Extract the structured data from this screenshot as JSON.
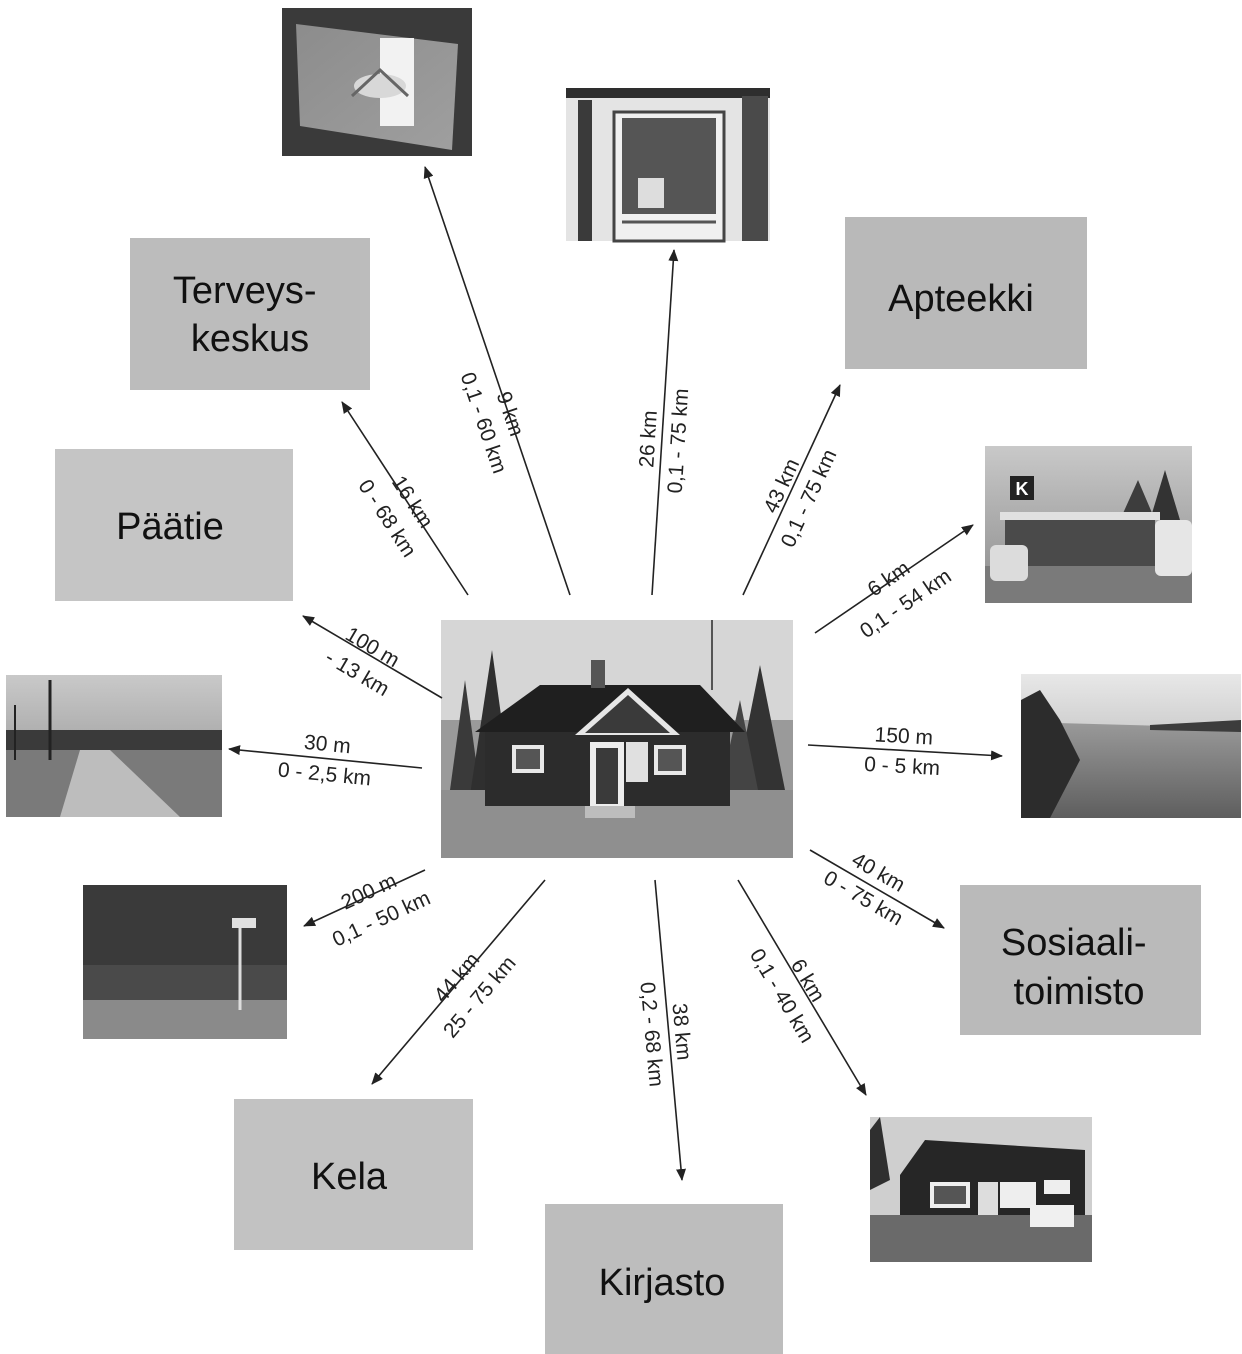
{
  "center": {
    "icon": "house-photo"
  },
  "photos": [
    {
      "id": "p-top-left",
      "icon": "flag-photo"
    },
    {
      "id": "p-top",
      "icon": "door-photo"
    },
    {
      "id": "p-right-upper",
      "icon": "store-photo"
    },
    {
      "id": "p-right",
      "icon": "lake-photo"
    },
    {
      "id": "p-bottom-right",
      "icon": "cafe-photo"
    },
    {
      "id": "p-left",
      "icon": "road-photo"
    },
    {
      "id": "p-left-lower",
      "icon": "bus-stop-photo"
    }
  ],
  "labels": {
    "terveyskeskus": [
      "Terveys-",
      "keskus"
    ],
    "apteekki": [
      "Apteekki"
    ],
    "paatie": [
      "Päätie"
    ],
    "sosiaalitoimisto": [
      "Sosiaali-",
      "toimisto"
    ],
    "kela": [
      "Kela"
    ],
    "kirjasto": [
      "Kirjasto"
    ]
  },
  "distances": {
    "d1": [
      "9 km",
      "0,1 - 60 km"
    ],
    "d2": [
      "26 km",
      "0,1 - 75 km"
    ],
    "d3": [
      "43 km",
      "0,1 - 75 km"
    ],
    "d4": [
      "6 km",
      "0,1 - 54 km"
    ],
    "d5": [
      "150 m",
      "0 - 5 km"
    ],
    "d6": [
      "40 km",
      "0 - 75 km"
    ],
    "d7": [
      "6 km",
      "0,1 - 40 km"
    ],
    "d8": [
      "38 km",
      "0,2 - 68 km"
    ],
    "d9": [
      "44 km",
      "25 - 75 km"
    ],
    "d10": [
      "200 m",
      "0,1 - 50 km"
    ],
    "d11": [
      "30 m",
      "0 - 2,5 km"
    ],
    "d12": [
      "100 m",
      "- 13 km"
    ],
    "d13": [
      "16 km",
      "0 - 68 km"
    ]
  }
}
